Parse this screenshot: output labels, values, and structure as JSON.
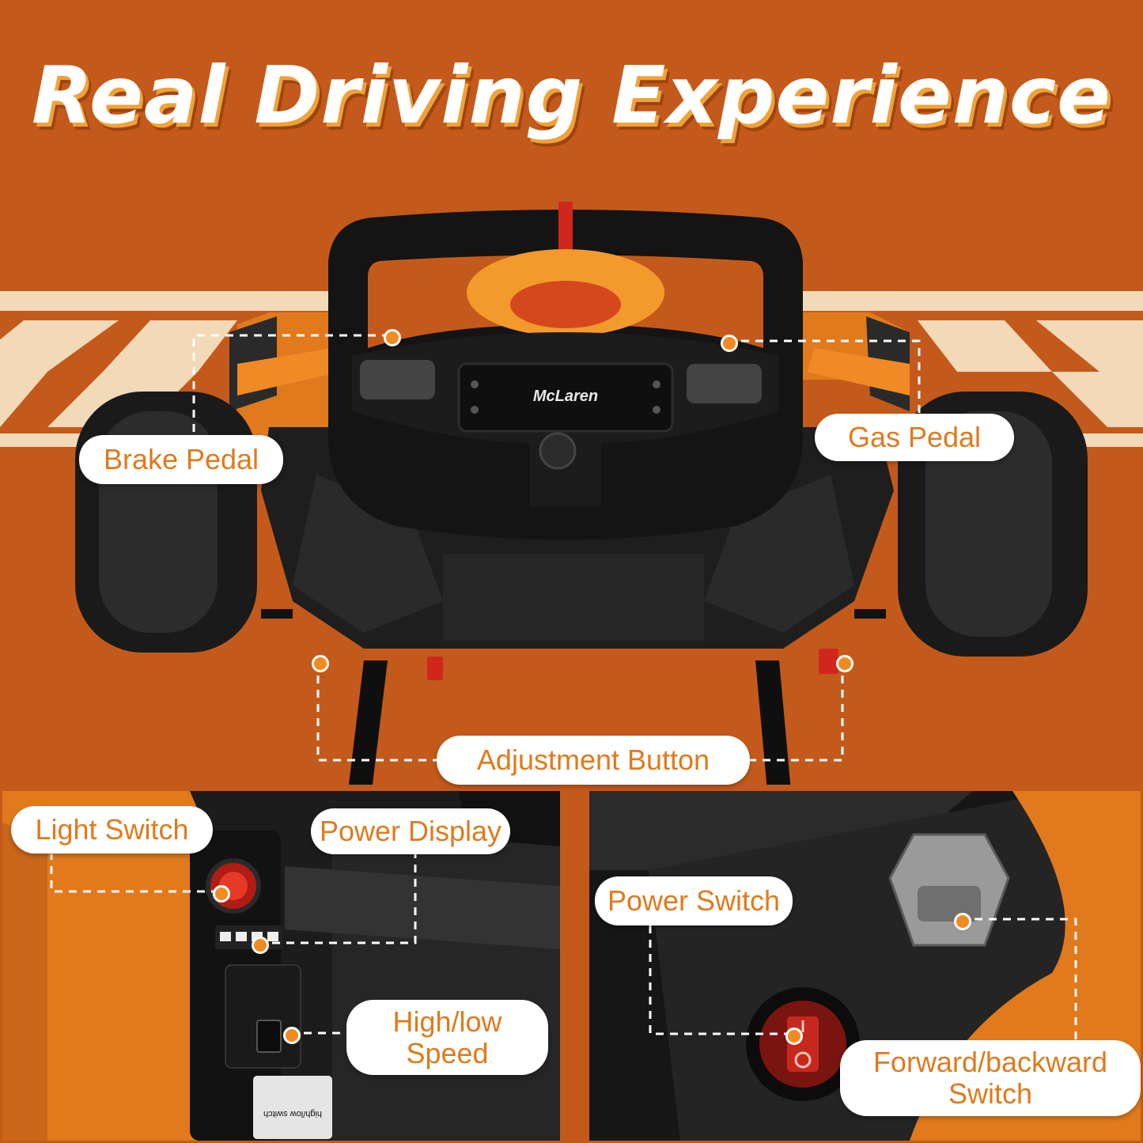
{
  "title": "Real Driving Experience",
  "logo_text": "McLaren",
  "switch_text": "high/low switch",
  "labels": {
    "brake_pedal": "Brake Pedal",
    "gas_pedal": "Gas Pedal",
    "adjustment_button": "Adjustment Button",
    "light_switch": "Light Switch",
    "power_display": "Power Display",
    "high_low_speed": "High/low Speed",
    "power_switch": "Power Switch",
    "forward_backward_switch": "Forward/backward Switch"
  },
  "colors": {
    "background": "#c35a1b",
    "accent": "#f18a1f",
    "label_text": "#e07a1c",
    "label_bg": "#ffffff",
    "body_black": "#1b1b1b"
  }
}
